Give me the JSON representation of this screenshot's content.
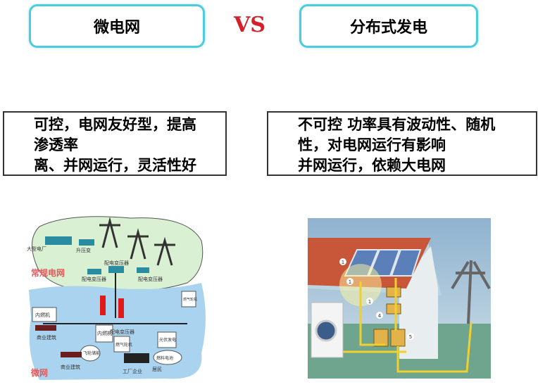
{
  "header": {
    "left_title": "微电网",
    "vs": "VS",
    "right_title": "分布式发电"
  },
  "left_box": {
    "lines": [
      "可控，电网友好型，提高",
      "渗透率",
      "离、并网运行，灵活性好"
    ]
  },
  "right_box": {
    "lines": [
      "不可控 功率具有波动性、随机",
      "性，对电网运行有影响",
      "并网运行，依赖大电网"
    ]
  },
  "left_diagram": {
    "labels": {
      "plant": "大型电厂",
      "step_up": "升压变",
      "transformer1": "配电变压器",
      "transformer2": "配电变压器",
      "transformer3": "配电变压器",
      "grid": "常规电网",
      "microgrid": "微网",
      "engine1": "内燃机",
      "engine2": "内燃机",
      "commercial1": "商业建筑",
      "commercial2": "商业建筑",
      "flywheel": "飞轮储能",
      "gas_turbine": "燃气轮机",
      "gas2": "燃气轮机",
      "factory": "工厂企业",
      "residential": "居民",
      "pv": "光伏发电",
      "fuel_cell": "燃料电池"
    },
    "colors": {
      "grid_bg": "#d9f0d3",
      "micro_bg": "#a9d3ef",
      "arrow": "#e0191b"
    }
  },
  "right_diagram": {
    "markers": [
      "1",
      "1",
      "1",
      "4",
      "5"
    ]
  }
}
